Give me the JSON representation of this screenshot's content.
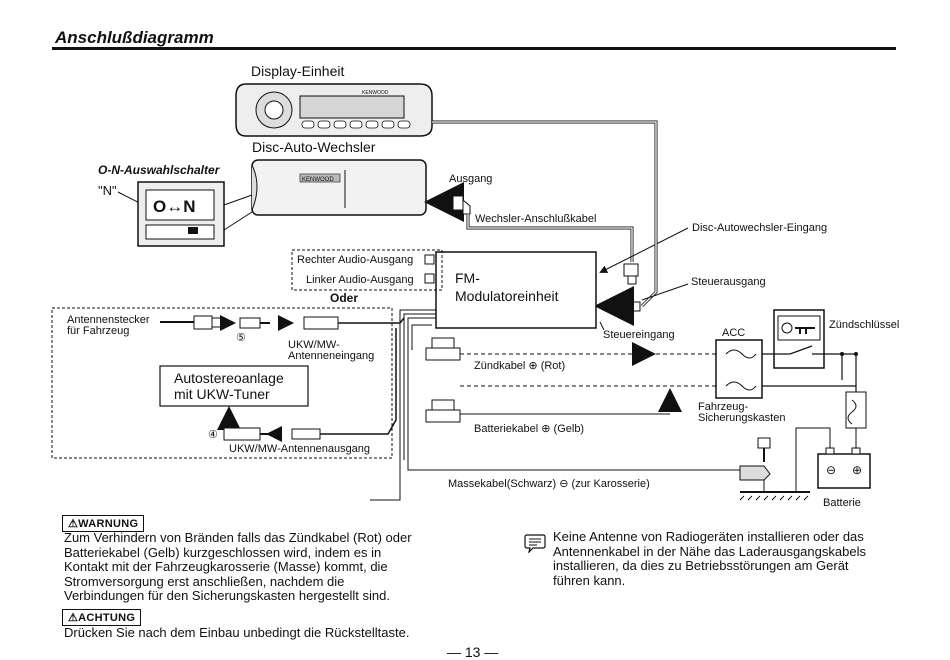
{
  "page": {
    "title": "Anschlußdiagramm",
    "page_number": "— 13 —"
  },
  "diagram": {
    "display_unit": "Display-Einheit",
    "changer": "Disc-Auto-Wechsler",
    "on_switch_label": "O-N-Auswahlschalter",
    "n_label": "\"N\"",
    "on_switch_value": "O↔N",
    "brand": "KENWOOD",
    "output": "Ausgang",
    "changer_cable": "Wechsler-Anschlußkabel",
    "changer_input": "Disc-Autowechsler-Eingang",
    "control_output": "Steuerausgang",
    "control_input": "Steuereingang",
    "right_audio": "Rechter Audio-Ausgang",
    "left_audio": "Linker Audio-Ausgang",
    "or": "Oder",
    "fm_modulator_1": "FM-",
    "fm_modulator_2": "Modulatoreinheit",
    "antenna_plug_1": "Antennenstecker",
    "antenna_plug_2": "für Fahrzeug",
    "circle_5": "⑤",
    "circle_4": "④",
    "fm_mw_input_1": "UKW/MW-",
    "fm_mw_input_2": "Antenneneingang",
    "car_stereo_1": "Autostereoanlage",
    "car_stereo_2": "mit UKW-Tuner",
    "fm_mw_output": "UKW/MW-Antennenausgang",
    "ignition_cable": "Zündkabel ⊕ (Rot)",
    "battery_cable": "Batteriekabel ⊕ (Gelb)",
    "ground_cable": "Massekabel(Schwarz) ⊖ (zur Karosserie)",
    "acc": "ACC",
    "ignition_key": "Zündschlüssel",
    "fuse_box_1": "Fahrzeug-",
    "fuse_box_2": "Sicherungskasten",
    "battery": "Batterie"
  },
  "warning": {
    "badge": "⚠WARNUNG",
    "lines": [
      "Zum Verhindern von Bränden falls das Zündkabel (Rot) oder",
      "Batteriekabel (Gelb) kurzgeschlossen wird, indem es in",
      "Kontakt mit der Fahrzeugkarosserie (Masse) kommt, die",
      "Stromversorgung erst anschließen, nachdem die",
      "Verbindungen für den Sicherungskasten hergestellt sind."
    ]
  },
  "caution": {
    "badge": "⚠ACHTUNG",
    "text": "Drücken Sie nach dem Einbau unbedingt die Rückstelltaste."
  },
  "note": {
    "icon": "note-icon",
    "lines": [
      "Keine Antenne von Radiogeräten installieren oder das",
      "Antennenkabel in der Nähe das Laderausgangskabels",
      "installieren, da dies zu Betriebsstörungen am Gerät",
      "führen kann."
    ]
  }
}
